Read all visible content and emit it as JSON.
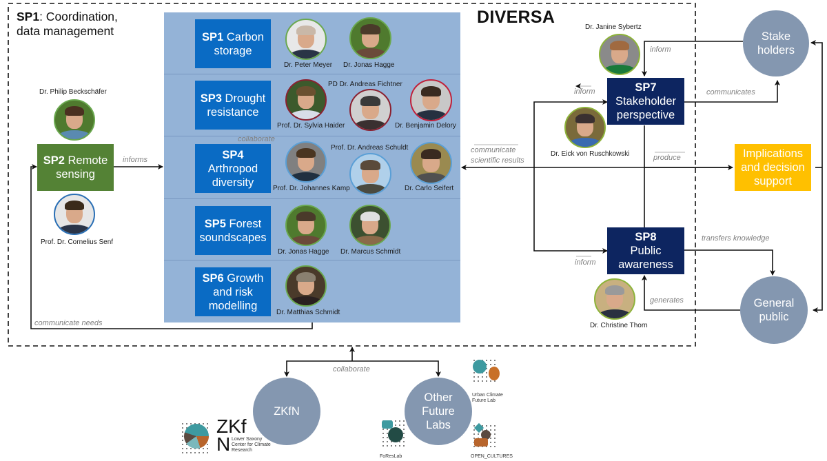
{
  "title": "DIVERSA",
  "coordination": {
    "code": "SP1",
    "label": ": Coordination,",
    "label2": "data management"
  },
  "subprojects": [
    {
      "id": "sp1",
      "code": "SP1",
      "line1": " Carbon",
      "line2": "storage",
      "line3": "",
      "members": [
        "Dr. Peter Meyer",
        "Dr. Jonas Hagge"
      ]
    },
    {
      "id": "sp3",
      "code": "SP3",
      "line1": " Drought",
      "line2": "resistance",
      "line3": "",
      "members": [
        "Prof. Dr. Sylvia Haider",
        "PD Dr. Andreas Fichtner",
        "Dr. Benjamin Delory"
      ]
    },
    {
      "id": "sp4",
      "code": "SP4",
      "line1": "",
      "line2": "Arthropod",
      "line3": "diversity",
      "members": [
        "Prof. Dr. Johannes Kamp",
        "Prof. Dr. Andreas Schuldt",
        "Dr. Carlo Seifert"
      ]
    },
    {
      "id": "sp5",
      "code": "SP5",
      "line1": " Forest",
      "line2": "soundscapes",
      "line3": "",
      "members": [
        "Dr. Jonas Hagge",
        "Dr. Marcus Schmidt"
      ]
    },
    {
      "id": "sp6",
      "code": "SP6",
      "line1": " Growth",
      "line2": "and risk",
      "line3": "modelling",
      "members": [
        "Dr. Matthias Schmidt"
      ]
    }
  ],
  "sp2": {
    "code": "SP2",
    "line1": " Remote",
    "line2": "sensing",
    "members": [
      "Dr. Philip Beckschäfer",
      "Prof. Dr. Cornelius Senf"
    ]
  },
  "sp7": {
    "code": "SP7",
    "line1": "Stakeholder",
    "line2": "perspective",
    "members": [
      "Dr. Janine Sybertz",
      "Dr. Eick von Ruschkowski"
    ]
  },
  "sp8": {
    "code": "SP8",
    "line1": "Public",
    "line2": "awareness",
    "members": [
      "Dr. Christine Thorn"
    ]
  },
  "implications": {
    "line1": "Implications",
    "line2": "and decision",
    "line3": "support"
  },
  "external": {
    "stakeholders": {
      "line1": "Stake",
      "line2": "holders"
    },
    "public": {
      "line1": "General",
      "line2": "public"
    },
    "zkfn": {
      "label": "ZKfN"
    },
    "labs": {
      "line1": "Other",
      "line2": "Future",
      "line3": "Labs"
    }
  },
  "edge_labels": {
    "informs": "informs",
    "collaborate_inner": "collaborate",
    "communicate_needs": "communicate needs",
    "communicate_results_1": "communicate",
    "communicate_results_2": "scientific results",
    "inform_sp7_top": "inform",
    "inform_sp7_left": "inform",
    "communicates": "communicates",
    "produce": "produce",
    "transfers_knowledge": "transfers knowledge",
    "inform_sp8": "inform",
    "generates": "generates",
    "collaborate_outer": "collaborate"
  },
  "logos": {
    "zkfn_word1": "ZKf",
    "zkfn_word2": "N",
    "zkfn_sub1": "Lower Saxony",
    "zkfn_sub2": "Center for Climate",
    "zkfn_sub3": "Research",
    "urban1": "Urban Climate",
    "urban2": "Future Lab",
    "foreslab": "FoResLab",
    "open": "OPEN_CULTURES"
  },
  "colors": {
    "research_box": "#0a6bc4",
    "panel": "#94b3d7",
    "transfer_box": "#0d2560",
    "remote_box": "#548235",
    "implications_box": "#ffc000",
    "external_node": "#8497b0"
  }
}
